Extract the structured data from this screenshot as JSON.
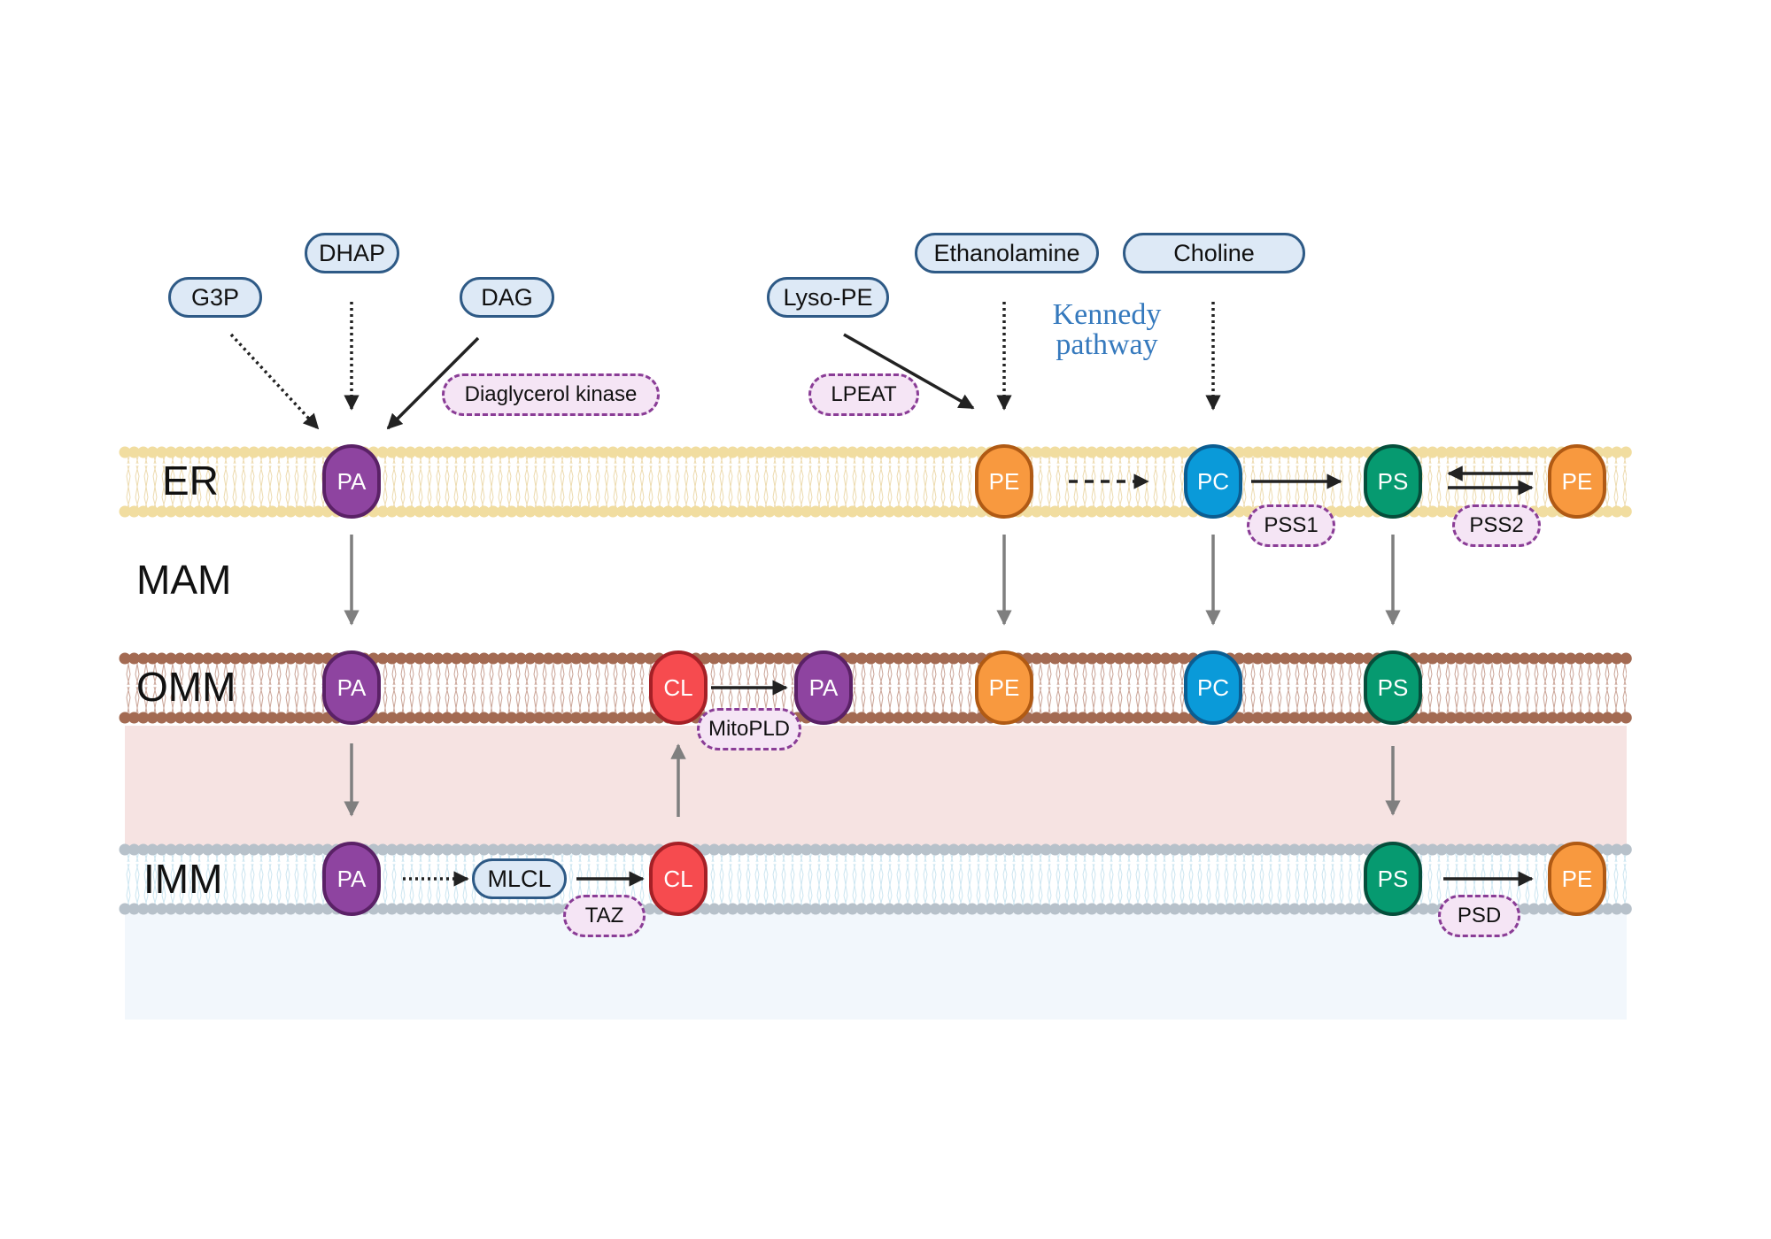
{
  "membranes": {
    "er": "ER",
    "mam": "MAM",
    "omm": "OMM",
    "imm": "IMM"
  },
  "annotations": {
    "kennedy_line1": "Kennedy",
    "kennedy_line2": "pathway"
  },
  "substrates": {
    "g3p": "G3P",
    "dhap": "DHAP",
    "dag": "DAG",
    "lyso_pe": "Lyso-PE",
    "ethanolamine": "Ethanolamine",
    "choline": "Choline",
    "mlcl": "MLCL"
  },
  "enzymes": {
    "diacylglycerol_kinase": "Diaglycerol kinase",
    "lpeat": "LPEAT",
    "pss1": "PSS1",
    "pss2": "PSS2",
    "mitopld": "MitoPLD",
    "taz": "TAZ",
    "psd": "PSD"
  },
  "lipids": {
    "er_pa": "PA",
    "er_pe": "PE",
    "er_pc": "PC",
    "er_ps": "PS",
    "er_pe2": "PE",
    "omm_pa": "PA",
    "omm_cl": "CL",
    "omm_pa2": "PA",
    "omm_pe": "PE",
    "omm_pc": "PC",
    "omm_ps": "PS",
    "imm_pa": "PA",
    "imm_cl": "CL",
    "imm_ps": "PS",
    "imm_pe": "PE"
  },
  "colors": {
    "PA": "#8e44a0",
    "PE": "#f8993f",
    "PC": "#0a9ad9",
    "PS": "#069a70",
    "CL": "#f64b4f",
    "er_head": "#f1dda0",
    "omm_head": "#a36a52",
    "imm_head": "#b7c1ca",
    "ims_fill": "#f6e3e2",
    "matrix_fill": "#f2f7fc"
  }
}
